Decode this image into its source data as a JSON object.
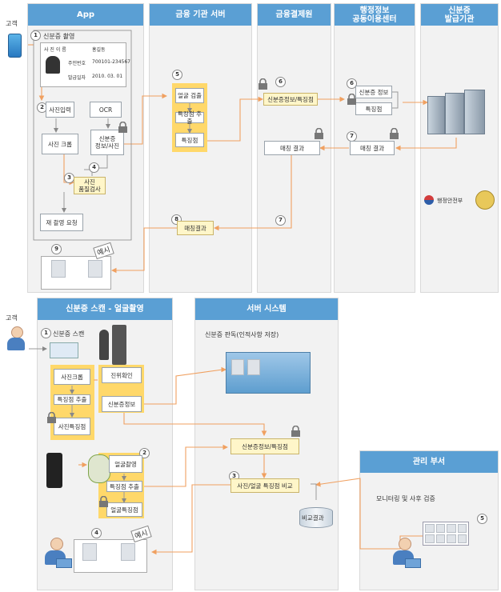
{
  "customer_label": "고객",
  "lanes": {
    "app": "App",
    "fin": "금융 기관 서버",
    "clearing": "금융결제원",
    "center_line1": "행정정보",
    "center_line2": "공동이용센터",
    "issuer_line1": "신분증",
    "issuer_line2": "발급기관",
    "scan": "신분증 스캔 - 얼굴촬영",
    "server": "서버 시스템",
    "mgmt": "관리 부서"
  },
  "app": {
    "step1_title": "신분증 촬영",
    "id_card": {
      "name_label": "사  진  이  름",
      "name_value": "홍길동",
      "rrn_label": "주민번호",
      "rrn_value": "700101-234567",
      "date_label": "발급일자",
      "date_value": "2010. 03. 01"
    },
    "photo_input": "사진입력",
    "ocr": "OCR",
    "photo_crop": "사진 크롭",
    "id_info_photo_l1": "신분증",
    "id_info_photo_l2": "정보/사진",
    "quality_l1": "사진",
    "quality_l2": "품질검사",
    "retake": "재 촬영 요청"
  },
  "fin": {
    "face_detect": "얼굴 검출",
    "feature_extract": "특징점 추출",
    "feature": "특징점",
    "match_result": "매칭결과"
  },
  "clearing": {
    "id_feature": "신분증정보/특징점",
    "match_result": "매칭 결과"
  },
  "center": {
    "id_info": "신분증 정보",
    "feature": "특징점",
    "match_result": "매칭 결과"
  },
  "issuer": {
    "ministry": "행정안전부"
  },
  "example_tag": "예시",
  "scan": {
    "step1": "신분증 스캔",
    "photo_crop": "사진크롭",
    "feature_extract": "특징점 추출",
    "photo_feature": "사진특징점",
    "verify": "진위확인",
    "id_info": "신분증정보",
    "face_capture": "얼굴촬영",
    "feature_extract2": "특징점 추출",
    "face_feature": "얼굴특징점"
  },
  "server": {
    "judge": "신분증 판독(인적사항 저장)",
    "id_feature": "신분증정보/특징점",
    "compare": "사진/얼굴 특징점 비교",
    "compare_result": "비교결과"
  },
  "mgmt": {
    "monitor": "모니터링 및 사후 검증"
  },
  "steps": [
    "1",
    "2",
    "3",
    "4",
    "5",
    "6",
    "7",
    "8",
    "9"
  ]
}
